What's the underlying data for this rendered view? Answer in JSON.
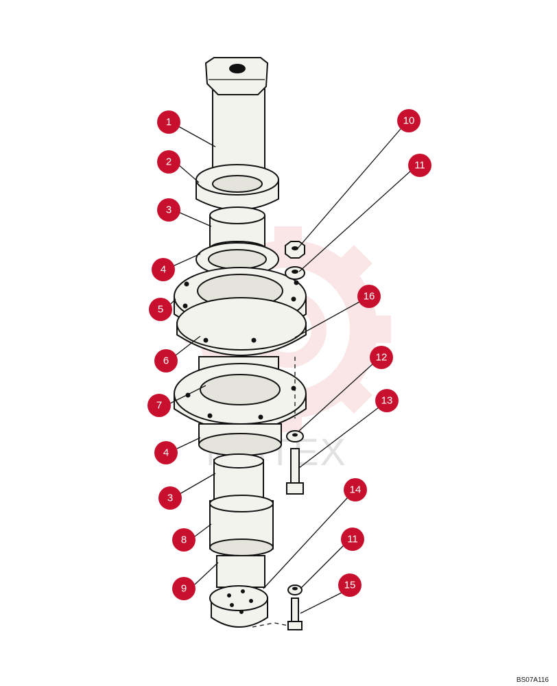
{
  "callouts": [
    {
      "label": "1"
    },
    {
      "label": "2"
    },
    {
      "label": "3"
    },
    {
      "label": "4"
    },
    {
      "label": "5"
    },
    {
      "label": "6"
    },
    {
      "label": "7"
    },
    {
      "label": "4"
    },
    {
      "label": "3"
    },
    {
      "label": "8"
    },
    {
      "label": "9"
    },
    {
      "label": "10"
    },
    {
      "label": "11"
    },
    {
      "label": "16"
    },
    {
      "label": "12"
    },
    {
      "label": "13"
    },
    {
      "label": "14"
    },
    {
      "label": "11"
    },
    {
      "label": "15"
    }
  ],
  "watermark": {
    "text": "MHTEX",
    "color": "#f2b8b8"
  },
  "reference_code": "BS07A116",
  "colors": {
    "callout": "#c8102e",
    "line": "#111111"
  }
}
